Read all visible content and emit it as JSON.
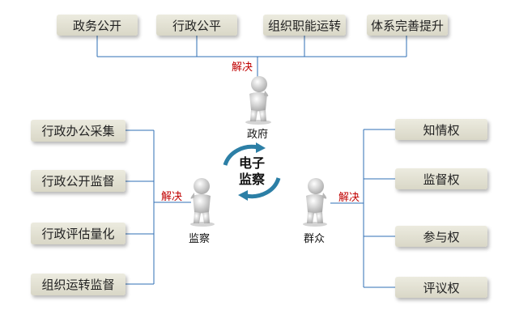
{
  "top_items": [
    "政务公开",
    "行政公平",
    "组织职能运转",
    "体系完善提升"
  ],
  "left_items": [
    "行政办公采集",
    "行政公开监督",
    "行政评估量化",
    "组织运转监督"
  ],
  "right_items": [
    "知情权",
    "监督权",
    "参与权",
    "评议权"
  ],
  "solve_label": "解决",
  "figures": {
    "government": "政府",
    "supervision": "监察",
    "public": "群众"
  },
  "center": {
    "line1": "电子",
    "line2": "监察"
  },
  "colors": {
    "connector": "#2f6fb5",
    "solve_text": "#c00000",
    "box_fill": "#e3e1d3",
    "cycle_arrow": "#2c7fa6"
  }
}
